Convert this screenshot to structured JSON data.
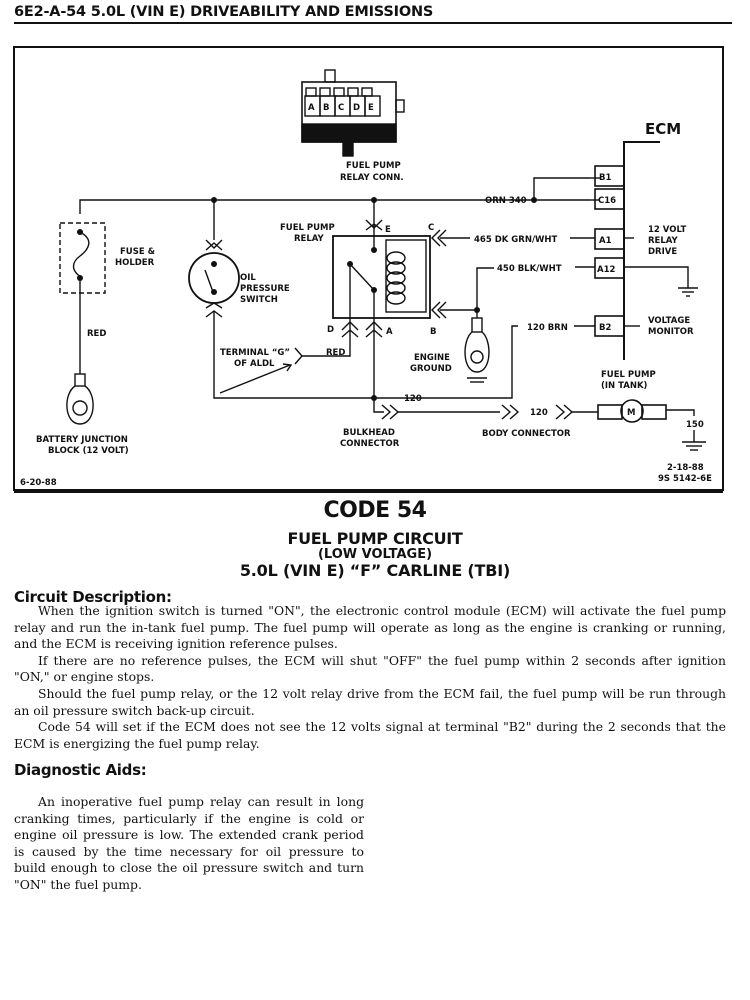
{
  "header": {
    "title": "6E2-A-54  5.0L  (VIN E)  DRIVEABILITY AND EMISSIONS"
  },
  "diagram": {
    "relay_connector": {
      "pins": [
        "A",
        "B",
        "C",
        "D",
        "E"
      ],
      "label_line1": "FUEL PUMP",
      "label_line2": "RELAY CONN."
    },
    "ecm": {
      "label": "ECM",
      "terminals": [
        "B1",
        "C16",
        "A1",
        "A12",
        "B2"
      ],
      "relay_drive_line1": "12 VOLT",
      "relay_drive_line2": "RELAY",
      "relay_drive_line3": "DRIVE",
      "voltage_monitor_line1": "VOLTAGE",
      "voltage_monitor_line2": "MONITOR"
    },
    "wires": {
      "orn340": "ORN 340",
      "dkgrn465": "465 DK GRN/WHT",
      "blkwht450": "450 BLK/WHT",
      "brn120": "120 BRN",
      "wire120a": "120",
      "wire120b": "120",
      "red_fuse": "RED",
      "red_aldl": "RED",
      "ground150": "150"
    },
    "fuse_line1": "FUSE &",
    "fuse_line2": "HOLDER",
    "oil_switch_line1": "OIL",
    "oil_switch_line2": "PRESSURE",
    "oil_switch_line3": "SWITCH",
    "relay_line1": "FUEL PUMP",
    "relay_line2": "RELAY",
    "relay_pins": {
      "a": "A",
      "b": "B",
      "c": "C",
      "d": "D",
      "e": "E"
    },
    "aldl_line1": "TERMINAL “G”",
    "aldl_line2": "OF ALDL",
    "engine_ground_line1": "ENGINE",
    "engine_ground_line2": "GROUND",
    "battery_line1": "BATTERY JUNCTION",
    "battery_line2": "BLOCK (12 VOLT)",
    "bulkhead_line1": "BULKHEAD",
    "bulkhead_line2": "CONNECTOR",
    "body_connector": "BODY CONNECTOR",
    "fuel_pump_line1": "FUEL PUMP",
    "fuel_pump_line2": "(IN TANK)",
    "motor_symbol": "M",
    "date_left": "6-20-88",
    "date_right": "2-18-88",
    "figure_id": "9S 5142-6E"
  },
  "title": {
    "code": "CODE 54",
    "line1": "FUEL PUMP CIRCUIT",
    "line2": "(LOW VOLTAGE)",
    "line3": "5.0L  (VIN E)  “F”  CARLINE  (TBI)"
  },
  "circuit_description": {
    "heading": "Circuit Description:",
    "paragraphs": [
      "When the ignition switch is turned \"ON\", the electronic control module (ECM) will activate the fuel pump relay and run the in-tank fuel pump.  The fuel pump will operate as long as the engine is cranking or running, and the ECM is receiving ignition reference pulses.",
      "If there are no reference pulses, the ECM will shut \"OFF\" the fuel pump within 2 seconds after ignition \"ON,\" or engine stops.",
      "Should the fuel pump relay, or the 12 volt relay drive from the ECM fail, the fuel pump will be run through an oil pressure switch back-up circuit.",
      "Code 54 will set if the ECM does not see the 12 volts signal at terminal \"B2\" during the 2 seconds that the ECM is energizing the fuel pump relay."
    ]
  },
  "diagnostic_aids": {
    "heading": "Diagnostic Aids:",
    "paragraphs": [
      "An inoperative fuel pump relay can result in long cranking times, particularly if the engine is cold or engine oil pressure is low.  The extended crank period is caused by the time necessary for oil pressure to build enough to close the oil pressure switch and turn \"ON\" the fuel pump."
    ]
  }
}
